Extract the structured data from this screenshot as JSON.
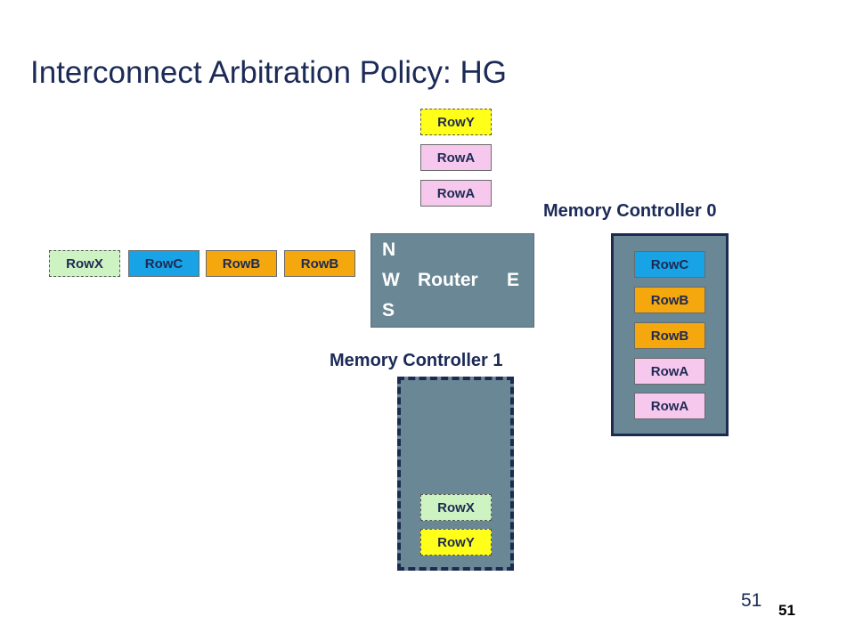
{
  "title": "Interconnect Arbitration Policy:  HG",
  "colors": {
    "rowA": "#f6c8ee",
    "rowB": "#f4a80d",
    "rowC": "#17a3e6",
    "rowX": "#cdf3c2",
    "rowY": "#ffff1a",
    "node": "#6a8795",
    "border": "#1c2b50"
  },
  "north_queue": [
    "RowY",
    "RowA",
    "RowA"
  ],
  "west_queue": [
    "RowX",
    "RowC",
    "RowB",
    "RowB"
  ],
  "router": {
    "north": "N",
    "west": "W",
    "name": "Router",
    "east": "E",
    "south": "S"
  },
  "mc0": {
    "label": "Memory Controller 0",
    "queue": [
      "RowC",
      "RowB",
      "RowB",
      "RowA",
      "RowA"
    ]
  },
  "mc1": {
    "label": "Memory Controller 1",
    "queue": [
      "RowX",
      "RowY"
    ]
  },
  "page_number": "51",
  "page_number_bold": "51"
}
